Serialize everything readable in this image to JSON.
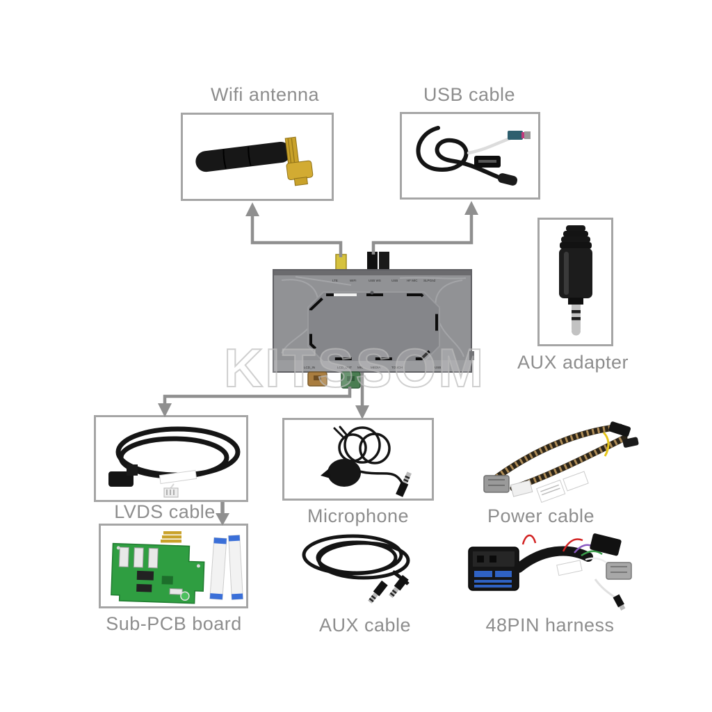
{
  "page": {
    "background": "#ffffff"
  },
  "watermark": "KITSSOM",
  "colors": {
    "label_gray": "#8d8d8d",
    "box_border": "#a5a5a5",
    "arrow_gray": "#8f8f8f",
    "unit_body": "#919295",
    "antenna_gold": "#c9a22a",
    "pcb_green": "#2f9e41",
    "ribbon_blue": "#3a6fd8"
  },
  "items": {
    "wifi_antenna": {
      "label": "Wifi antenna"
    },
    "usb_cable": {
      "label": "USB cable"
    },
    "aux_adapter": {
      "label": "AUX adapter"
    },
    "lvds_cable": {
      "label": "LVDS cable"
    },
    "microphone": {
      "label": "Microphone"
    },
    "power_cable": {
      "label": "Power cable"
    },
    "sub_pcb_board": {
      "label": "Sub-PCB board"
    },
    "aux_cable": {
      "label": "AUX cable"
    },
    "pin48_harness": {
      "label": "48PIN harness"
    }
  },
  "main_unit": {
    "top_port_labels": [
      "LTE",
      "WIFI",
      "USB WS",
      "USB",
      "HF MIC",
      "SLPGnd"
    ],
    "bottom_port_labels": [
      "LCD_IN",
      "LCD_OUT",
      "MIC",
      "MEDIA",
      "TOUCH",
      "USB"
    ]
  }
}
